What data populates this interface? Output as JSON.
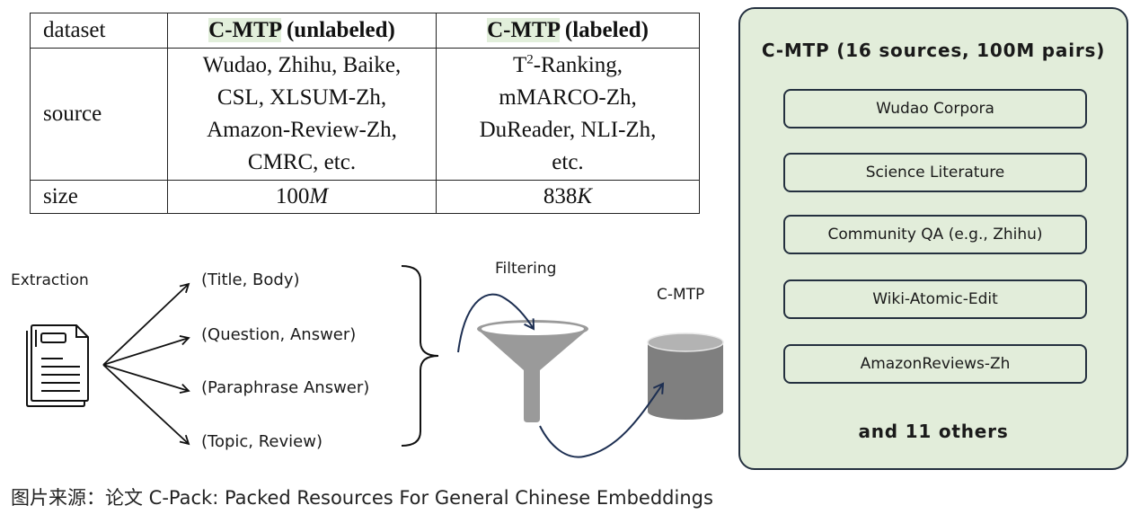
{
  "table": {
    "headers": {
      "rowhead": "dataset",
      "col1_highlight": "C-MTP",
      "col1_rest": " (unlabeled)",
      "col2_highlight": "C-MTP",
      "col2_rest": " (labeled)"
    },
    "source_row": {
      "label": "source",
      "unlabeled_lines": [
        "Wudao, Zhihu, Baike,",
        "CSL, XLSUM-Zh,",
        "Amazon-Review-Zh,",
        "CMRC, etc."
      ],
      "labeled_line1_base": "T",
      "labeled_line1_sup": "2",
      "labeled_line1_rest": "-Ranking,",
      "labeled_lines": [
        "mMARCO-Zh,",
        "DuReader, NLI-Zh,",
        "etc."
      ]
    },
    "size_row": {
      "label": "size",
      "unlabeled_num": "100",
      "unlabeled_unit": "M",
      "labeled_num": "838",
      "labeled_unit": "K"
    }
  },
  "pipeline": {
    "extraction_label": "Extraction",
    "pairs": [
      "(Title, Body)",
      "(Question, Answer)",
      "(Paraphrase Answer)",
      "(Topic, Review)"
    ],
    "filtering_label": "Filtering",
    "output_label": "C-MTP"
  },
  "panel": {
    "title": "C-MTP (16 sources, 100M pairs)",
    "sources": [
      "Wudao Corpora",
      "Science Literature",
      "Community QA (e.g., Zhihu)",
      "Wiki-Atomic-Edit",
      "AmazonReviews-Zh"
    ],
    "footer": "and 11 others"
  },
  "caption": "图片来源：论文 C-Pack: Packed Resources For General Chinese Embeddings",
  "colors": {
    "highlight": "#e2efdb",
    "panel_bg": "#e2edda",
    "arrow_navy": "#1d2f52",
    "funnel_gray": "#999999",
    "cylinder_gray": "#7f7f7f"
  }
}
